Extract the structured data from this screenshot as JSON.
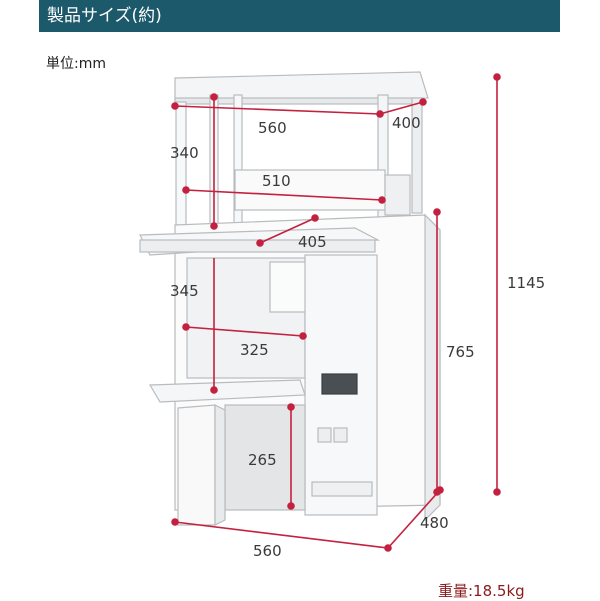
{
  "header": {
    "title": "製品サイズ(約)"
  },
  "unit_label": "単位:mm",
  "weight_label": "重量:18.5kg",
  "dimensions": {
    "top_width": "560",
    "top_depth": "400",
    "upper_height": "340",
    "inner_width": "510",
    "shelf_depth": "405",
    "middle_height": "345",
    "lower_width": "325",
    "cabinet_height": "765",
    "door_height": "265",
    "total_height": "1145",
    "base_width": "560",
    "base_depth": "480"
  },
  "colors": {
    "header_bg": "#1c5a6b",
    "dimension_line": "#c4203f",
    "weight_text": "#8b1a1a"
  }
}
